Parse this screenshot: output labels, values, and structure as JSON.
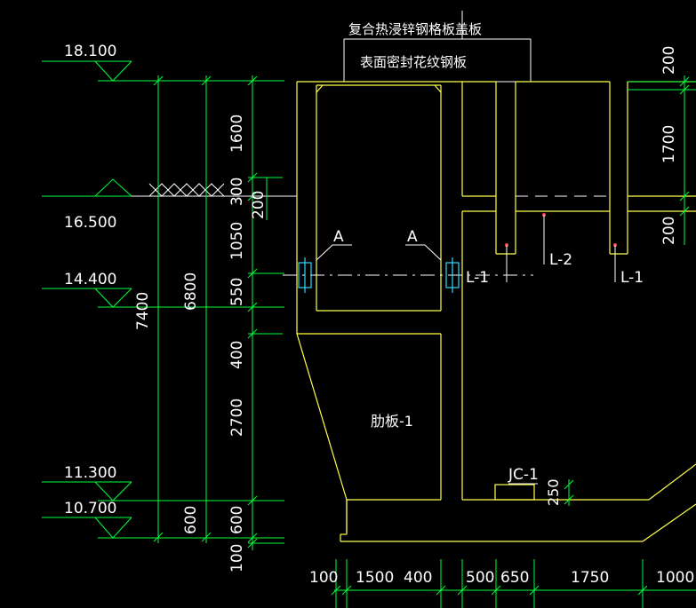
{
  "cover": {
    "line1": "复合热浸锌钢格板盖板",
    "line2": "表面密封花纹钢板"
  },
  "elevations": [
    "18.100",
    "16.500",
    "14.400",
    "11.300",
    "10.700"
  ],
  "overall_dims": [
    "7400",
    "6800"
  ],
  "vertical_dims": [
    "1600",
    "300",
    "200",
    "1050",
    "550",
    "400",
    "2700",
    "600",
    "100"
  ],
  "right_dims": [
    "200",
    "1700",
    "200",
    "250"
  ],
  "bottom_dims": [
    "100",
    "1500",
    "400",
    "500",
    "650",
    "1750",
    "1000"
  ],
  "section_marks": [
    "A",
    "A"
  ],
  "labels": {
    "l1_left": "L-1",
    "l1_right": "L-1",
    "l2": "L-2",
    "rib_plate": "肋板-1",
    "jc": "JC-1"
  }
}
